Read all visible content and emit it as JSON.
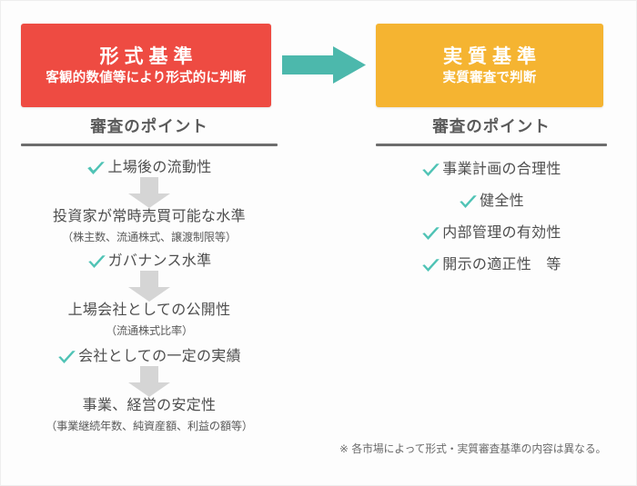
{
  "header_boxes": {
    "formal": {
      "title": "形式基準",
      "subtitle": "客観的数値等により形式的に判断",
      "color": "#ee4b42"
    },
    "substantive": {
      "title": "実質基準",
      "subtitle": "実質審査で判断",
      "color": "#f5b431"
    },
    "arrow_color": "#4cb8ac"
  },
  "left_column": {
    "heading": "審査のポイント",
    "items": [
      {
        "check": true,
        "main": "上場後の流動性",
        "sub": ""
      },
      {
        "check": false,
        "main": "投資家が常時売買可能な水準",
        "sub": "（株主数、流通株式、譲渡制限等）"
      },
      {
        "check": true,
        "main": "ガバナンス水準",
        "sub": ""
      },
      {
        "check": false,
        "main": "上場会社としての公開性",
        "sub": "（流通株式比率）"
      },
      {
        "check": true,
        "main": "会社としての一定の実績",
        "sub": ""
      },
      {
        "check": false,
        "main": "事業、経営の安定性",
        "sub": "（事業継続年数、純資産額、利益の額等）"
      }
    ]
  },
  "right_column": {
    "heading": "審査のポイント",
    "items": [
      {
        "check": true,
        "main": "事業計画の合理性"
      },
      {
        "check": true,
        "main": "健全性"
      },
      {
        "check": true,
        "main": "内部管理の有効性"
      },
      {
        "check": true,
        "main": "開示の適正性　等"
      }
    ]
  },
  "footnote": "※ 各市場によって形式・実質審査基準の内容は異なる。",
  "colors": {
    "check": "#4fc3b5",
    "down_arrow": "#d5d5d5",
    "rule": "#6d6d6d",
    "text": "#4e4e4e"
  }
}
